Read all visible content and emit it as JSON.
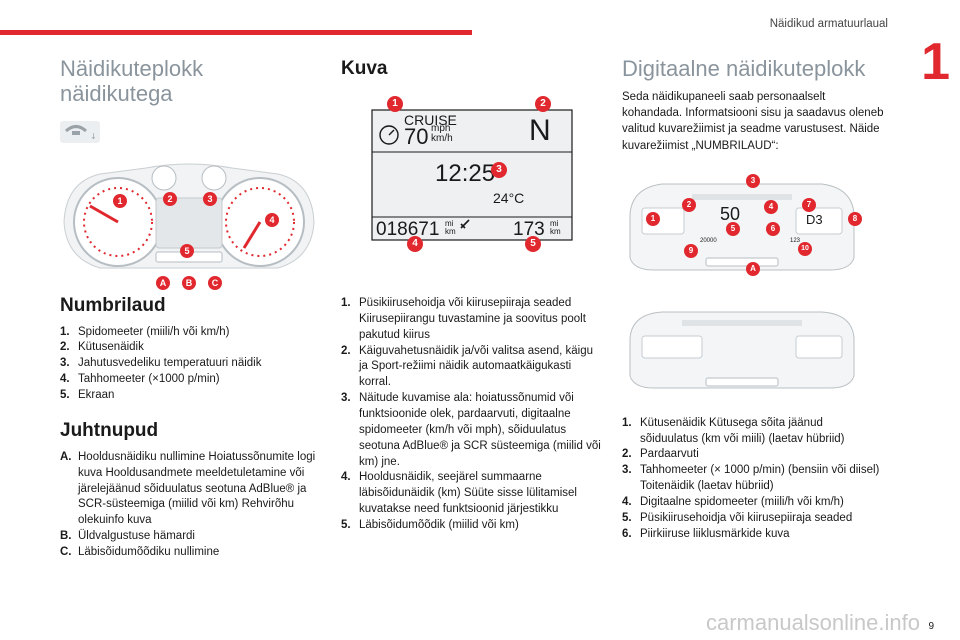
{
  "header": {
    "section_title": "Näidikud armatuurlaual",
    "chapter_number": "1",
    "page_number": "9"
  },
  "watermark": "carmanualsonline.info",
  "col1": {
    "heading": "Näidikuteplokk näidikutega",
    "cluster_markers": [
      "1",
      "2",
      "3",
      "4",
      "5",
      "A",
      "B",
      "C"
    ],
    "gauges_heading": "Numbrilaud",
    "gauges": [
      {
        "n": "1.",
        "t": "Spidomeeter (miili/h või km/h)"
      },
      {
        "n": "2.",
        "t": "Kütusenäidik"
      },
      {
        "n": "3.",
        "t": "Jahutusvedeliku temperatuuri näidik"
      },
      {
        "n": "4.",
        "t": "Tahhomeeter (×1000 p/min)"
      },
      {
        "n": "5.",
        "t": "Ekraan"
      }
    ],
    "controls_heading": "Juhtnupud",
    "controls": [
      {
        "n": "A.",
        "t": "Hooldusnäidiku nullimine Hoiatussõnumite logi kuva Hooldusandmete meeldetuletamine või järelejäänud sõiduulatus seotuna AdBlue® ja SCR-süsteemiga (miilid või km) Rehvirõhu olekuinfo kuva"
      },
      {
        "n": "B.",
        "t": "Üldvalgustuse hämardi"
      },
      {
        "n": "C.",
        "t": "Läbisõidumõõdiku nullimine"
      }
    ]
  },
  "col2": {
    "heading": "Kuva",
    "display": {
      "cruise": "CRUISE",
      "speed": "70",
      "unit_top": "mph",
      "unit_bottom": "km/h",
      "gear": "N",
      "time": "12:25",
      "temp": "24°C",
      "odometer": "018671",
      "odo_unit_top": "mi",
      "odo_unit_bottom": "km",
      "trip": "173",
      "trip_unit_top": "mi",
      "trip_unit_bottom": "km",
      "markers": [
        "1",
        "2",
        "3",
        "4",
        "5"
      ]
    },
    "items": [
      {
        "n": "1.",
        "t": "Püsikiirusehoidja või kiirusepiiraja seaded Kiirusepiirangu tuvastamine ja soovitus poolt pakutud kiirus"
      },
      {
        "n": "2.",
        "t": "Käiguvahetusnäidik ja/või valitsa asend, käigu ja Sport-režiimi näidik automaatkäigukasti korral."
      },
      {
        "n": "3.",
        "t": "Näitude kuvamise ala: hoiatussõnumid või funktsioonide olek, pardaarvuti, digitaalne spidomeeter (km/h või mph), sõiduulatus seotuna AdBlue® ja SCR süsteemiga (miilid või km) jne."
      },
      {
        "n": "4.",
        "t": "Hooldusnäidik, seejärel summaarne läbisõidunäidik (km) Süüte sisse lülitamisel kuvatakse need funktsioonid järjestikku"
      },
      {
        "n": "5.",
        "t": "Läbisõidumõõdik (miilid või km)"
      }
    ]
  },
  "col3": {
    "heading": "Digitaalne näidikuteplokk",
    "intro": "Seda näidikupaneeli saab personaalselt kohandada. Informatsiooni sisu ja saadavus oleneb valitud kuvarežiimist ja seadme varustusest. Näide kuvarežiimist „NUMBRILAUD“:",
    "cluster": {
      "speed": "50",
      "gear": "D3",
      "odometer": "20000",
      "trip": "123",
      "markers": [
        "1",
        "2",
        "3",
        "4",
        "5",
        "6",
        "7",
        "8",
        "9",
        "10",
        "A"
      ]
    },
    "items": [
      {
        "n": "1.",
        "t": "Kütusenäidik Kütusega sõita jäänud sõiduulatus (km või miili) (laetav hübriid)"
      },
      {
        "n": "2.",
        "t": "Pardaarvuti"
      },
      {
        "n": "3.",
        "t": "Tahhomeeter (× 1000 p/min) (bensiin või diisel) Toitenäidik (laetav hübriid)"
      },
      {
        "n": "4.",
        "t": "Digitaalne spidomeeter (miili/h või km/h)"
      },
      {
        "n": "5.",
        "t": "Püsikiirusehoidja või kiirusepiiraja seaded"
      },
      {
        "n": "6.",
        "t": "Piirkiiruse liiklusmärkide kuva"
      }
    ]
  },
  "colors": {
    "accent": "#e0282e",
    "heading_grey": "#8a949c"
  }
}
